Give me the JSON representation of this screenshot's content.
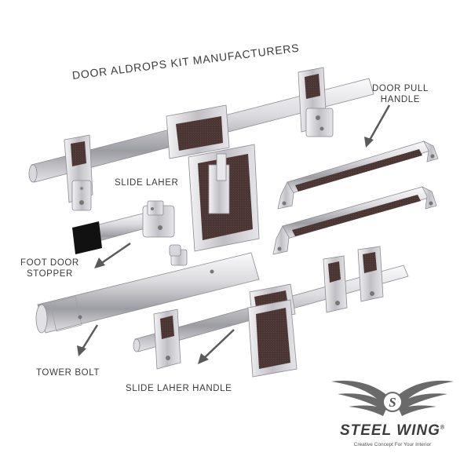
{
  "title": "DOOR ALDROPS KIT MANUFACTURERS",
  "labels": {
    "door_pull_handle_line1": "DOOR PULL",
    "door_pull_handle_line2": "HANDLE",
    "slide_laher": "SLIDE LAHER",
    "foot_door_stopper_line1": "FOOT DOOR",
    "foot_door_stopper_line2": "STOPPER",
    "tower_bolt": "TOWER BOLT",
    "slide_laher_handle": "SLIDE LAHER HANDLE"
  },
  "brand": {
    "name": "STEEL WING",
    "registered": "®",
    "tagline": "Creative Concept For Your Interior",
    "monogram": "S"
  },
  "colors": {
    "steel_light": "#eeeef0",
    "steel_mid": "#b9b9bf",
    "steel_dark": "#6e6e75",
    "leather_dark": "#4b3633",
    "rubber": "#111111",
    "text": "#3a3a3a",
    "background": "#ffffff"
  }
}
